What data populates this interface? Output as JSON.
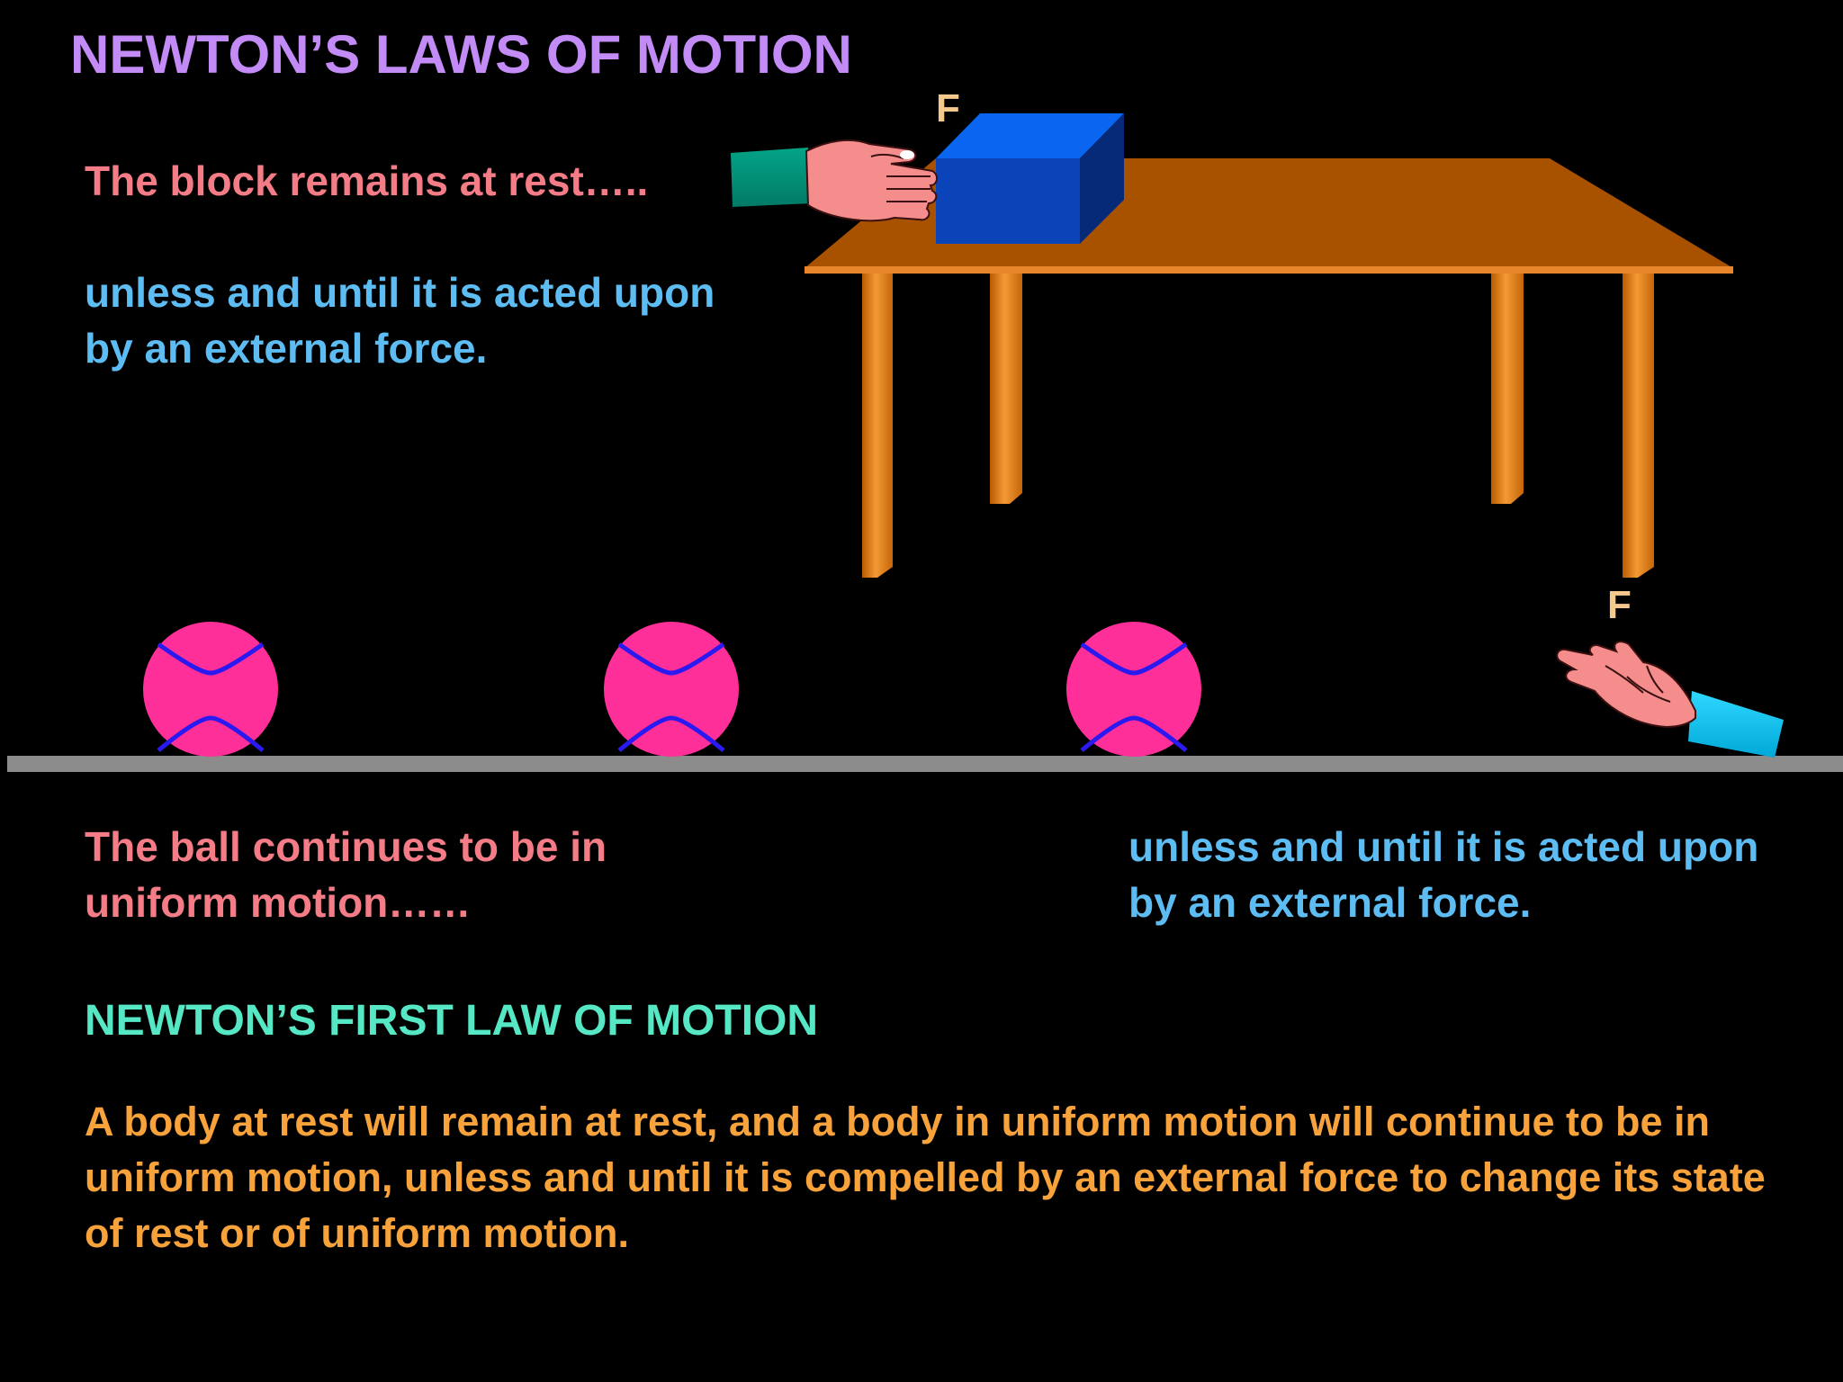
{
  "slide": {
    "title": "NEWTON’S LAWS OF MOTION",
    "block_rest_text": "The block remains at rest…..",
    "block_force_text": "unless and until it is acted upon by an external force.",
    "ball_motion_text": "The ball continues to be in uniform motion……",
    "ball_force_text": "unless and until it is acted upon by an external force.",
    "law_heading": "NEWTON’S FIRST LAW OF MOTION",
    "law_statement": "A body at rest will remain at rest, and a body in uniform motion will continue to be in uniform motion, unless and until it is compelled by an external force to change its state of rest or of uniform motion.",
    "force_label_block": "F",
    "force_label_ball": "F"
  },
  "colors": {
    "background": "#000000",
    "title": "#C38BF5",
    "rest_text": "#F47C87",
    "force_text": "#5DBCF2",
    "law_heading": "#56E8C4",
    "law_statement": "#F7A23A",
    "force_label": "#F5C98E",
    "table_top": "#A85200",
    "table_legs": "#E7831F",
    "block_front": "#0B43B8",
    "block_top": "#0A66F0",
    "block_side": "#062A78",
    "ball_fill": "#FF2F9A",
    "ball_seam": "#2A1AF0",
    "floor": "#8C8C8C",
    "hand_skin": "#F58D8D",
    "sleeve_left": "#03907A",
    "sleeve_right": "#00C8F5"
  },
  "icons": {
    "block": "cube-icon",
    "table": "table-icon",
    "ball": "ball-icon",
    "hand_push": "pushing-hand-icon",
    "hand_catch": "open-hand-icon"
  }
}
